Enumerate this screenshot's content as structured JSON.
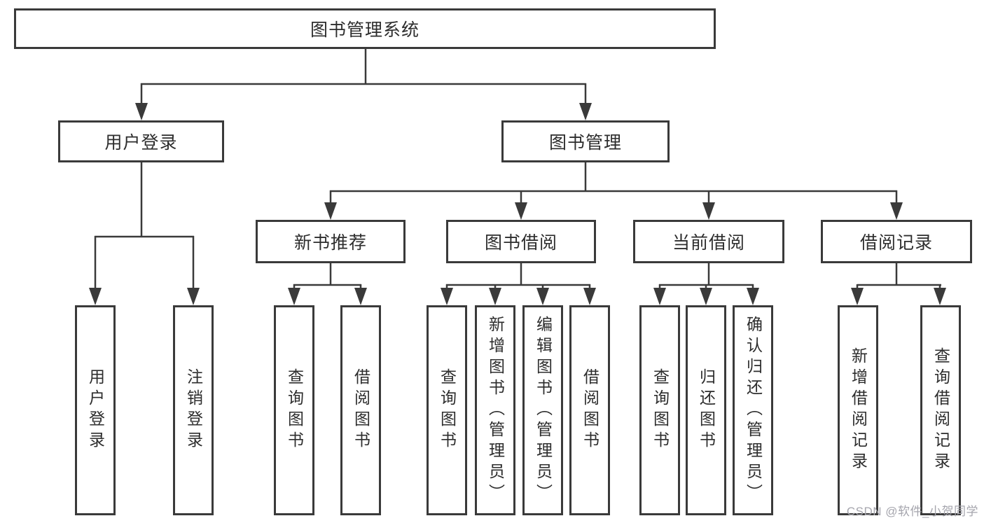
{
  "colors": {
    "line": "#3a3a3a",
    "box_border": "#3a3a3a",
    "box_fill": "#ffffff",
    "text": "#2d2d2d",
    "watermark": "#a5a5ad"
  },
  "watermark": "CSDN @软件_小贺同学",
  "tree": {
    "root": {
      "label": "图书管理系统"
    },
    "branches": [
      {
        "label": "用户登录",
        "children": [
          {
            "label": "用户登录"
          },
          {
            "label": "注销登录"
          }
        ]
      },
      {
        "label": "图书管理",
        "children": [
          {
            "label": "新书推荐",
            "children": [
              {
                "label": "查询图书"
              },
              {
                "label": "借阅图书"
              }
            ]
          },
          {
            "label": "图书借阅",
            "children": [
              {
                "label": "查询图书"
              },
              {
                "label": "新增图书（管理员）"
              },
              {
                "label": "编辑图书（管理员）"
              },
              {
                "label": "借阅图书"
              }
            ]
          },
          {
            "label": "当前借阅",
            "children": [
              {
                "label": "查询图书"
              },
              {
                "label": "归还图书"
              },
              {
                "label": "确认归还（管理员）"
              }
            ]
          },
          {
            "label": "借阅记录",
            "children": [
              {
                "label": "新增借阅记录"
              },
              {
                "label": "查询借阅记录"
              }
            ]
          }
        ]
      }
    ]
  }
}
